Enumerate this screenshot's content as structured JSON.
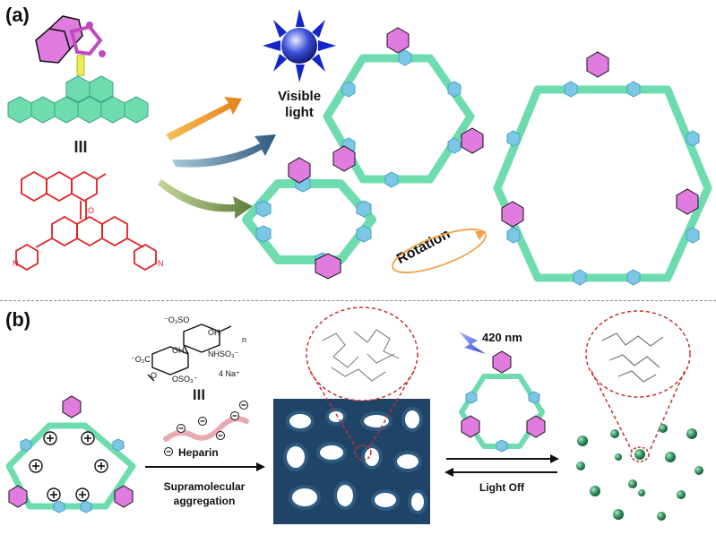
{
  "panel_a": {
    "label": "(a)",
    "equiv_symbol": "III",
    "light_label_line1": "Visible",
    "light_label_line2": "light",
    "rotation_label": "Rotation"
  },
  "panel_b": {
    "label": "(b)",
    "sugar": {
      "top": "⁻O₃SO",
      "oh": "OH",
      "n": "n",
      "nhso3": "NHSO₃⁻",
      "left": "⁻O₂C",
      "oh2": "OH",
      "o": "O",
      "oso3": "OSO₃⁻",
      "na": "4 Na⁺"
    },
    "equiv_symbol": "III",
    "heparin_label": "Heparin",
    "arrow_label_line1": "Supramolecular",
    "arrow_label_line2": "aggregation",
    "wavelength_label": "420 nm",
    "light_off_label": "Light Off",
    "plus_sign": "+",
    "minus_sign": "⊖"
  },
  "colors": {
    "mint": "#6fdcb0",
    "cyan": "#7cc8e4",
    "magenta": "#c04bc0",
    "pink": "#e07ce0",
    "network": "#2d5a80",
    "sphere": "#2f8a5a",
    "red_structure": "#e02020"
  }
}
